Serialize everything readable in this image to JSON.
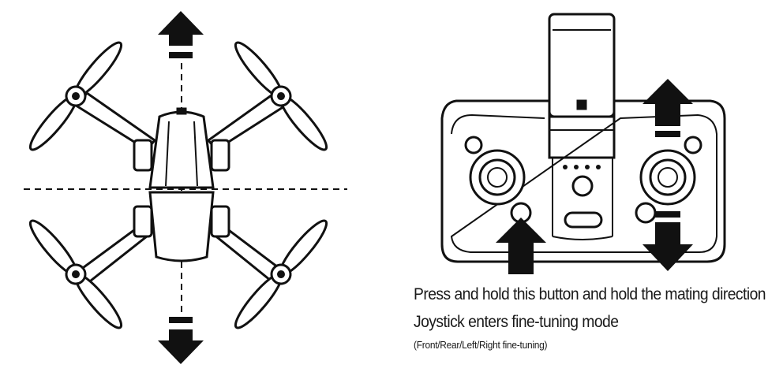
{
  "instructions": {
    "line1": "Press and hold this button and hold the mating direction",
    "line2": "Joystick enters fine-tuning mode",
    "line3": "(Front/Rear/Left/Right fine-tuning)"
  },
  "colors": {
    "ink": "#111111",
    "paper": "#ffffff"
  },
  "icons": {
    "arrows": [
      "arrow-up-icon",
      "arrow-down-icon"
    ],
    "drone": "drone-top-view-icon",
    "controller": "remote-controller-icon"
  }
}
